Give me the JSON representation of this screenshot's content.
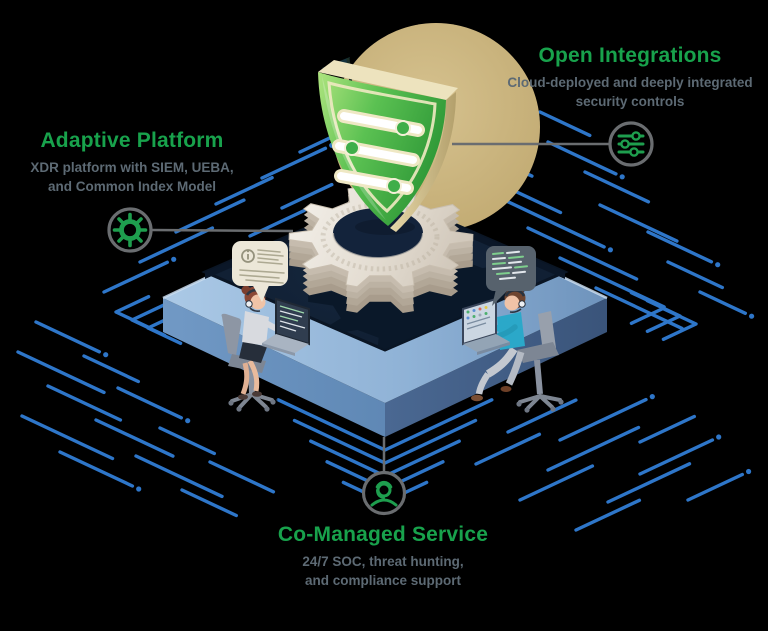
{
  "colors": {
    "background": "#000000",
    "heading_green": "#18A24C",
    "body_gray": "#5D6A74",
    "trace_blue": "#2E76C9",
    "icon_green": "#1E9E4E",
    "icon_ring_gray": "#6A6D70",
    "connector_gray": "#6A6D70",
    "platform_top": "#9FC0E0",
    "platform_side_left": "#6B93C0",
    "platform_side_right": "#3F5C83",
    "platform_floor": "#152740",
    "gear_face": "#EDE8E0",
    "shield_green": "#4DBB4A",
    "shield_gold": "#C9B47E"
  },
  "callouts": {
    "adaptive_platform": {
      "title": "Adaptive Platform",
      "subtitle_line1": "XDR platform with SIEM, UEBA,",
      "subtitle_line2": "and Common Index Model",
      "icon": "gear-icon"
    },
    "open_integrations": {
      "title": "Open Integrations",
      "subtitle_line1": "Cloud-deployed and deeply integrated",
      "subtitle_line2": "security controls",
      "icon": "sliders-icon"
    },
    "co_managed_service": {
      "title": "Co-Managed Service",
      "subtitle_line1": "24/7 SOC, threat hunting,",
      "subtitle_line2": "and compliance support",
      "icon": "headset-person-icon"
    }
  }
}
